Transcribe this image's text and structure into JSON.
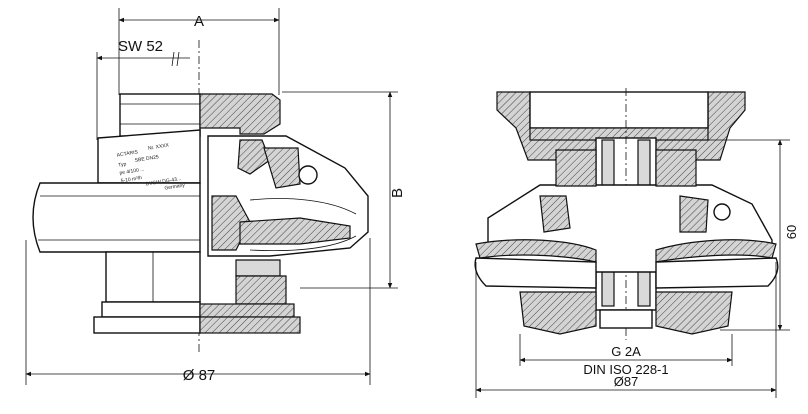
{
  "left_view": {
    "dim_top": "A",
    "dim_wrench": "SW 52",
    "dim_height": "B",
    "dim_bottom": "Ø 87",
    "nameplate": {
      "brand": "ACTARIS",
      "nr": "Nr. XXXX",
      "type": "Typ",
      "model": "SBE DN25",
      "pe": "pe 4/100 ...",
      "flow": "5-10 m³/h",
      "dvgw": "DVGW DG-43...",
      "maker": "Germany"
    }
  },
  "right_view": {
    "dim_height": "60",
    "thread": "G 2A",
    "standard": "DIN ISO 228-1",
    "dim_bottom": "Ø87"
  }
}
